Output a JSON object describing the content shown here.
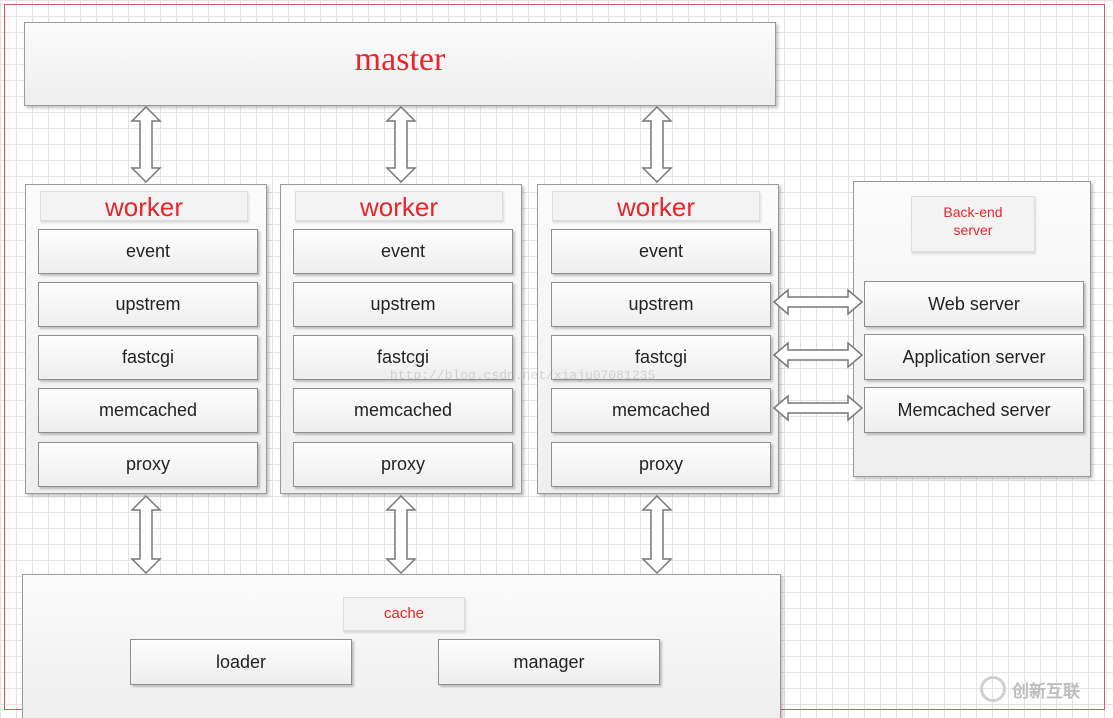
{
  "master": {
    "title": "master"
  },
  "workers": [
    {
      "title": "worker",
      "modules": [
        "event",
        "upstrem",
        "fastcgi",
        "memcached",
        "proxy"
      ]
    },
    {
      "title": "worker",
      "modules": [
        "event",
        "upstrem",
        "fastcgi",
        "memcached",
        "proxy"
      ]
    },
    {
      "title": "worker",
      "modules": [
        "event",
        "upstrem",
        "fastcgi",
        "memcached",
        "proxy"
      ]
    }
  ],
  "backend": {
    "title": "Back-end server",
    "servers": [
      "Web server",
      "Application server",
      "Memcached server"
    ]
  },
  "cache": {
    "title": "cache",
    "loader": "loader",
    "manager": "manager"
  },
  "watermark": {
    "text": "创新互联"
  },
  "colors": {
    "accent": "#e8252b",
    "frame": "#e0535a"
  }
}
